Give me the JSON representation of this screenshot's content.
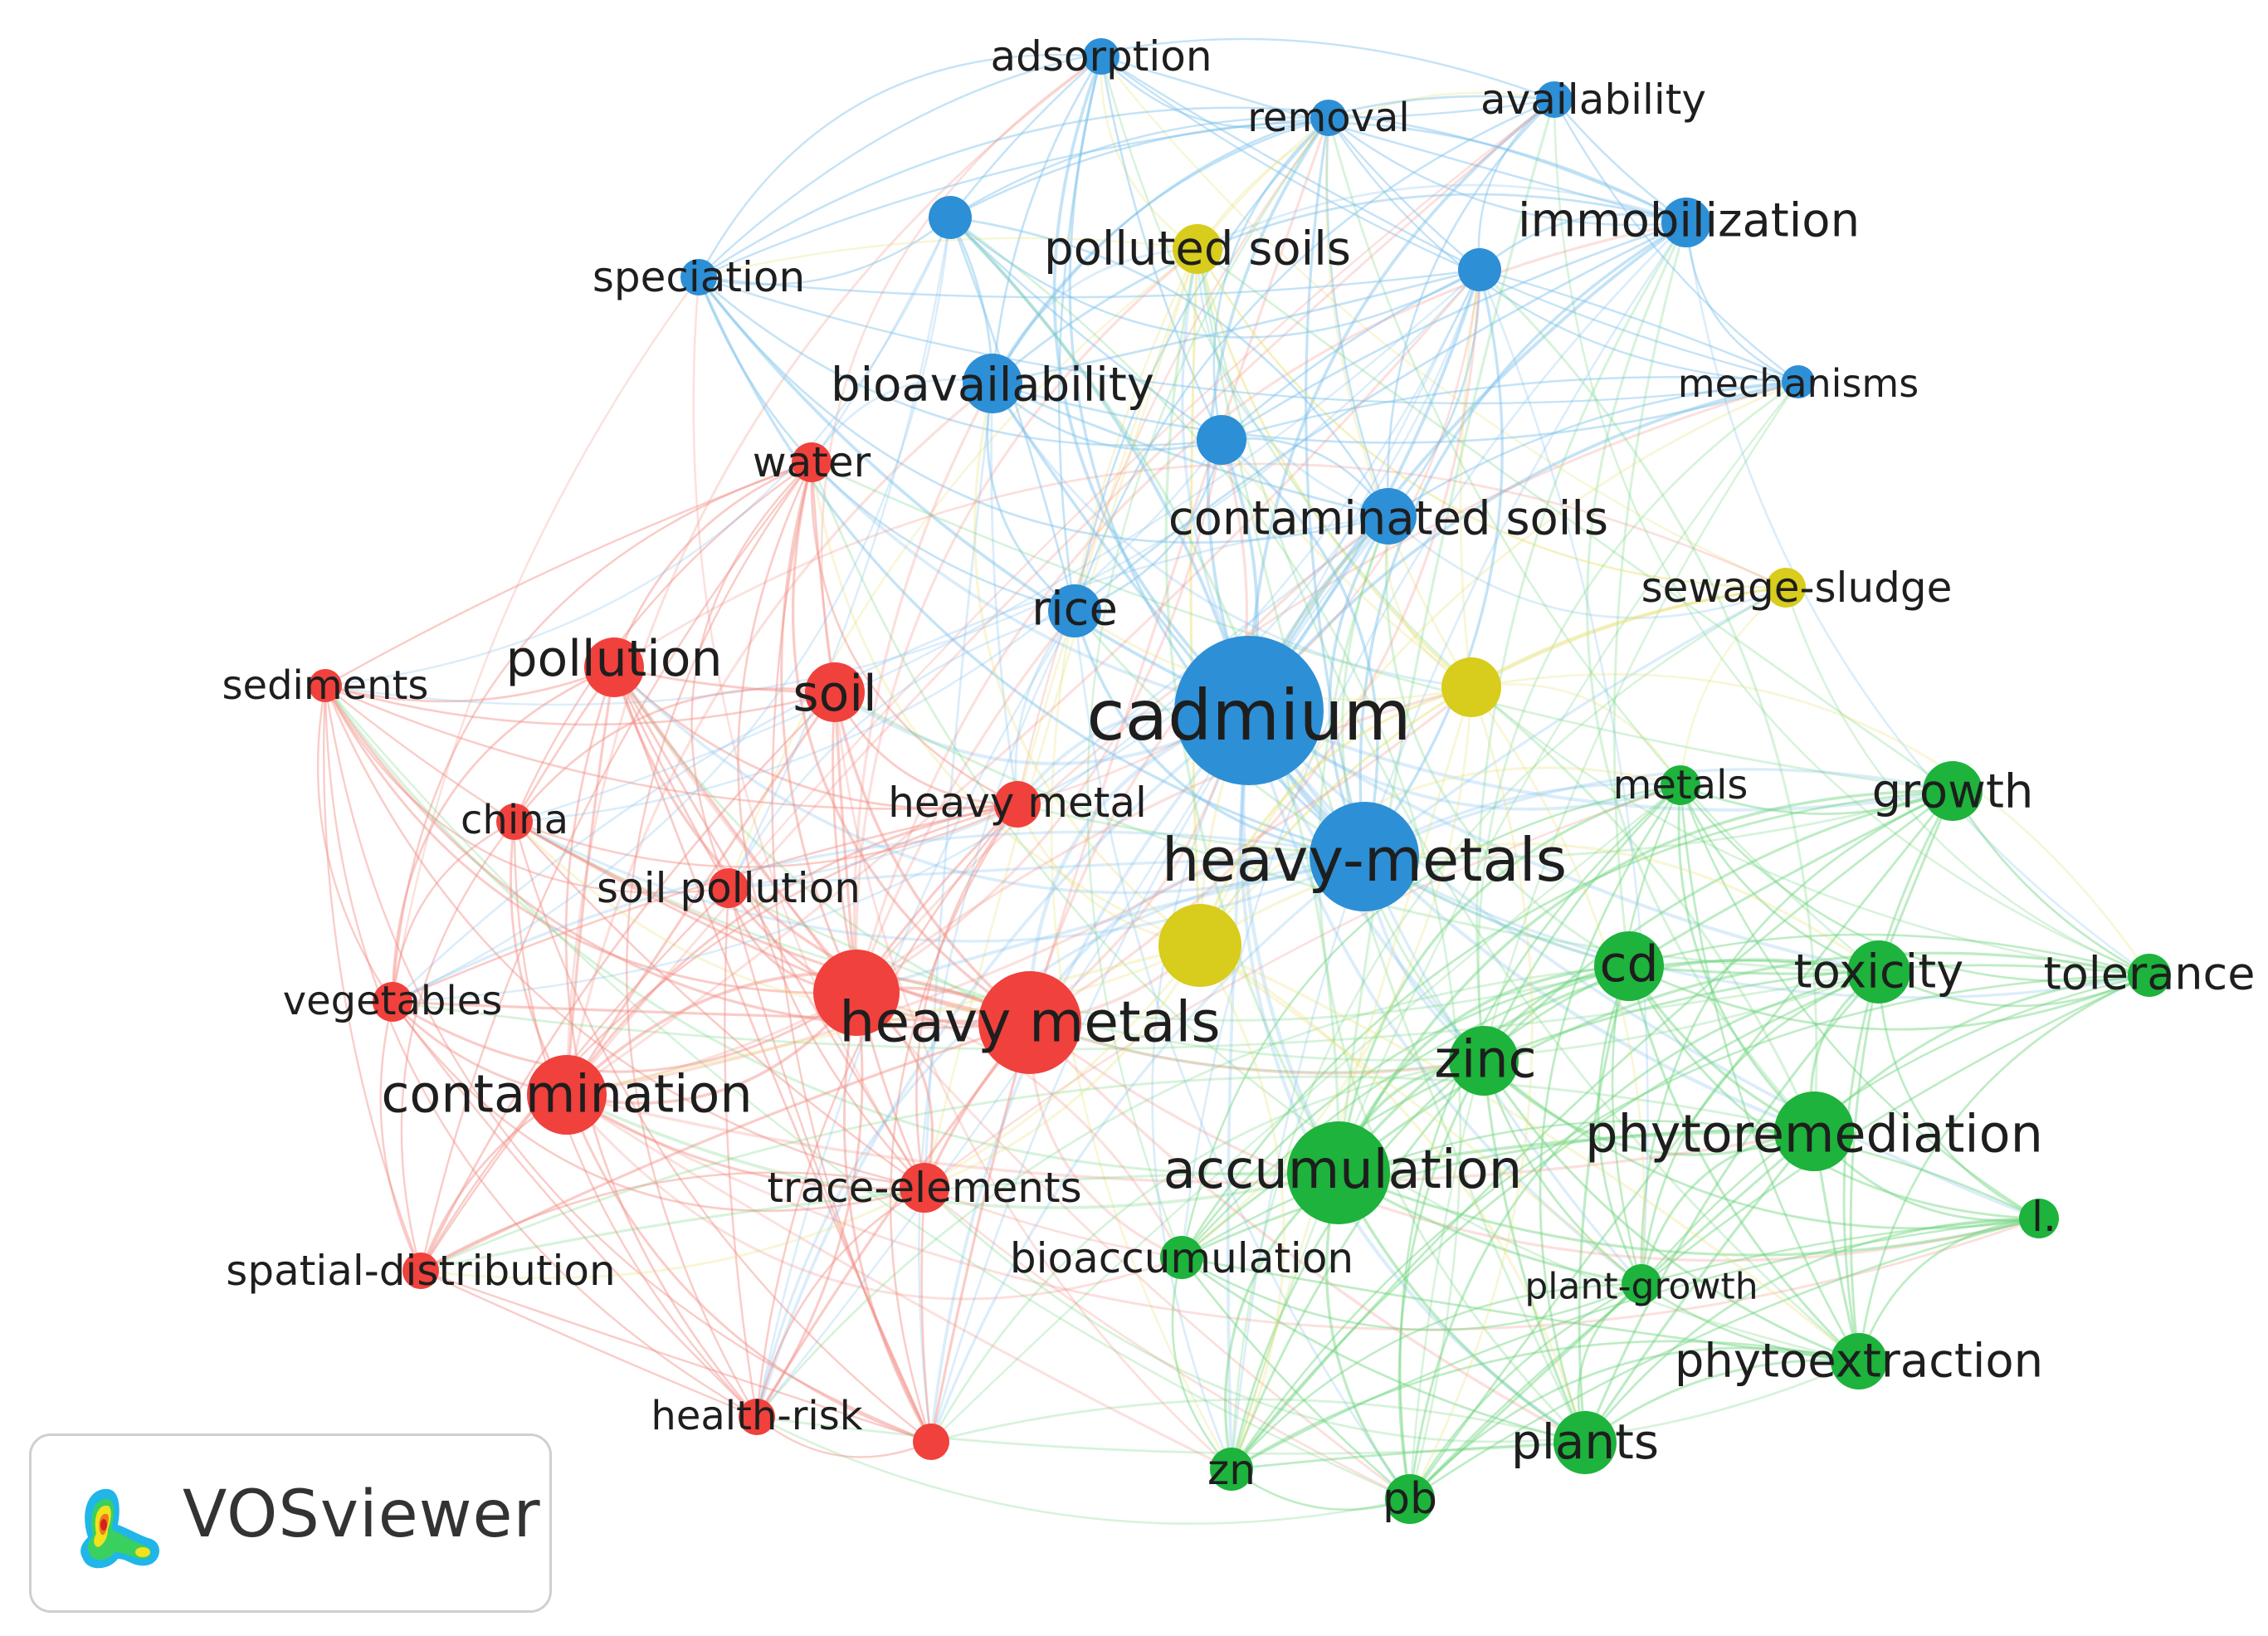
{
  "colors": {
    "cluster_red": "#f0413d",
    "cluster_blue": "#2d8fd6",
    "cluster_green": "#1db33c",
    "cluster_yellow": "#d8cc1c",
    "link_red": "#f28f86",
    "link_blue": "#7cc0ec",
    "link_green": "#6fd57f",
    "link_yellow": "#e6e070"
  },
  "nodes": [
    {
      "id": "adsorption",
      "label": "adsorption",
      "cluster": "blue"
    },
    {
      "id": "removal",
      "label": "removal",
      "cluster": "blue"
    },
    {
      "id": "availability",
      "label": "availability",
      "cluster": "blue"
    },
    {
      "id": "immobilization",
      "label": "immobilization",
      "cluster": "blue"
    },
    {
      "id": "polluted-soils",
      "label": "polluted soils",
      "cluster": "yellow"
    },
    {
      "id": "speciation",
      "label": "speciation",
      "cluster": "blue"
    },
    {
      "id": "bioavailability",
      "label": "bioavailability",
      "cluster": "blue"
    },
    {
      "id": "mechanisms",
      "label": "mechanisms",
      "cluster": "blue"
    },
    {
      "id": "water",
      "label": "water",
      "cluster": "red"
    },
    {
      "id": "contaminated-soils",
      "label": "contaminated soils",
      "cluster": "blue"
    },
    {
      "id": "sewage-sludge",
      "label": "sewage-sludge",
      "cluster": "yellow"
    },
    {
      "id": "rice",
      "label": "rice",
      "cluster": "blue"
    },
    {
      "id": "sediments",
      "label": "sediments",
      "cluster": "red"
    },
    {
      "id": "pollution",
      "label": "pollution",
      "cluster": "red"
    },
    {
      "id": "soil",
      "label": "soil",
      "cluster": "red"
    },
    {
      "id": "cadmium",
      "label": "cadmium",
      "cluster": "blue"
    },
    {
      "id": "china",
      "label": "china",
      "cluster": "red"
    },
    {
      "id": "heavy-metal",
      "label": "heavy metal",
      "cluster": "red"
    },
    {
      "id": "metals",
      "label": "metals",
      "cluster": "green"
    },
    {
      "id": "growth",
      "label": "growth",
      "cluster": "green"
    },
    {
      "id": "heavy-metals-hyphen",
      "label": "heavy-metals",
      "cluster": "blue"
    },
    {
      "id": "soil-pollution",
      "label": "soil pollution",
      "cluster": "red"
    },
    {
      "id": "vegetables",
      "label": "vegetables",
      "cluster": "red"
    },
    {
      "id": "cd",
      "label": "cd",
      "cluster": "green"
    },
    {
      "id": "toxicity",
      "label": "toxicity",
      "cluster": "green"
    },
    {
      "id": "tolerance",
      "label": "tolerance",
      "cluster": "green"
    },
    {
      "id": "heavy-metals",
      "label": "heavy metals",
      "cluster": "red"
    },
    {
      "id": "zinc",
      "label": "zinc",
      "cluster": "green"
    },
    {
      "id": "contamination",
      "label": "contamination",
      "cluster": "red"
    },
    {
      "id": "phytoremediation",
      "label": "phytoremediation",
      "cluster": "green"
    },
    {
      "id": "accumulation",
      "label": "accumulation",
      "cluster": "green"
    },
    {
      "id": "l",
      "label": "l.",
      "cluster": "green"
    },
    {
      "id": "trace-elements",
      "label": "trace-elements",
      "cluster": "red"
    },
    {
      "id": "bioaccumulation",
      "label": "bioaccumulation",
      "cluster": "green"
    },
    {
      "id": "spatial-distribution",
      "label": "spatial-distribution",
      "cluster": "red"
    },
    {
      "id": "plant-growth",
      "label": "plant-growth",
      "cluster": "green"
    },
    {
      "id": "phytoextraction",
      "label": "phytoextraction",
      "cluster": "green"
    },
    {
      "id": "health-risk",
      "label": "health-risk",
      "cluster": "red"
    },
    {
      "id": "plants",
      "label": "plants",
      "cluster": "green"
    },
    {
      "id": "zn",
      "label": "zn",
      "cluster": "green"
    },
    {
      "id": "pb",
      "label": "pb",
      "cluster": "green"
    },
    {
      "id": "unlabeled-blue-1",
      "label": "",
      "cluster": "blue"
    },
    {
      "id": "unlabeled-blue-2",
      "label": "",
      "cluster": "blue"
    },
    {
      "id": "unlabeled-blue-3",
      "label": "",
      "cluster": "blue"
    },
    {
      "id": "unlabeled-yellow-1",
      "label": "",
      "cluster": "yellow"
    },
    {
      "id": "unlabeled-yellow-2",
      "label": "",
      "cluster": "yellow"
    },
    {
      "id": "unlabeled-red-1",
      "label": "",
      "cluster": "red"
    },
    {
      "id": "unlabeled-red-2",
      "label": "",
      "cluster": "red"
    }
  ],
  "branding": {
    "logo_text": "VOSviewer",
    "logo_icon": "vosviewer-logo-icon"
  }
}
